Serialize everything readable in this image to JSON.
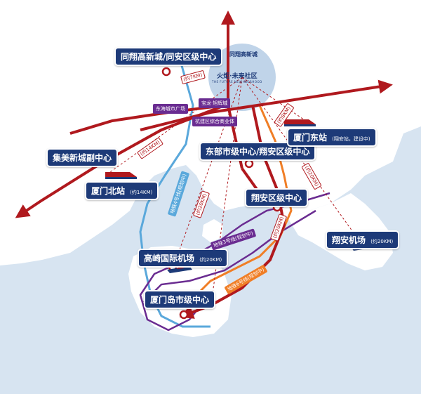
{
  "map": {
    "hub": {
      "label": "同翔高新城",
      "logo_name": "火炬·未来社区",
      "logo_sub": "THE FUTURE NEIGHBORHOOD"
    },
    "main_labels": {
      "tongxiang": "同翔高新城/同安区级中心",
      "dongbu": "东部市级中心/翔安区级中心",
      "xiangan_center": "翔安区级中心",
      "jimei": "集美新城副中心",
      "gaoqi": "高崎国际机场",
      "gaoqi_sub": "(约20KM)",
      "xiamen_island": "厦门岛市级中心",
      "xiamen_north": "厦门北站",
      "xiamen_north_sub": "(约14KM)",
      "xiamen_east": "厦门东站",
      "xiamen_east_sub": "(翔安站，建设中)",
      "xiangan_airport": "翔安机场",
      "xiangan_airport_sub": "(约20KM)"
    },
    "purple_tags": {
      "donghai": "东海城市广场",
      "baolong": "宝龙·旭辉城",
      "hangjian": "杭建区综合商业体"
    },
    "distances": {
      "d7": "(约7KM)",
      "d14_nw": "(约14KM)",
      "d20_center": "(约20KM)",
      "d8": "(约8KM)",
      "d20_east": "(约20KM)",
      "d20_south": "(约20KM)"
    },
    "metro_labels": {
      "line4": "地铁4号线(规划中)",
      "line3": "地铁3号线(规划中)",
      "line6": "地铁6号线(规划中)"
    },
    "colors": {
      "sea": "#d7e4f1",
      "land": "#ffffff",
      "road": "#b0191e",
      "metro_blue": "#5aa8db",
      "metro_purple": "#6a2c91",
      "metro_orange": "#f07e26",
      "label_bg": "#1d3a78"
    }
  }
}
